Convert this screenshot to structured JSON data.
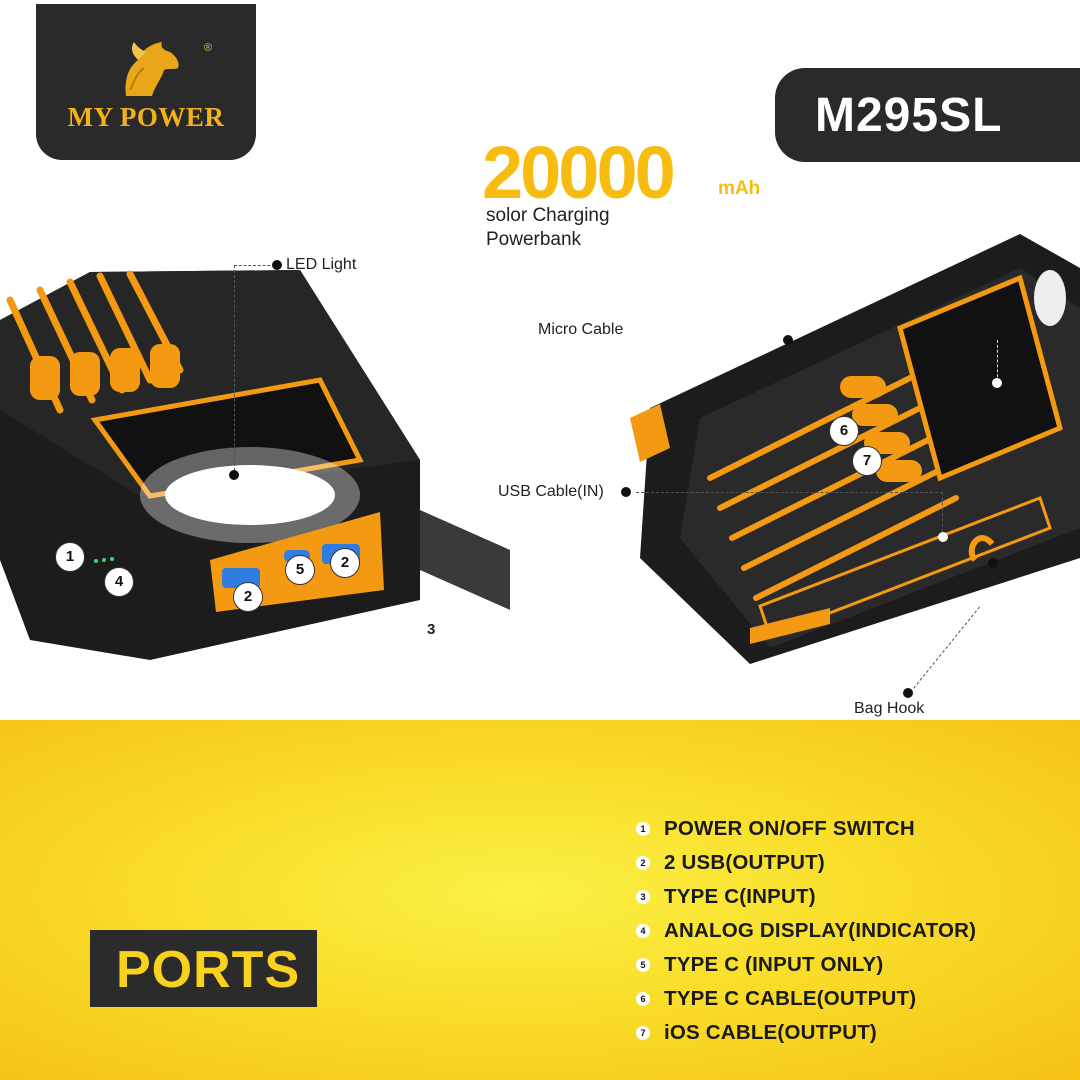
{
  "logo": {
    "brand": "MY POWER",
    "registered": "®",
    "icon": "horse-head-icon"
  },
  "model": "M295SL",
  "capacity": {
    "value": "20000",
    "unit": "mAh"
  },
  "subtitle": {
    "line1": "solor Charging",
    "line2": "Powerbank"
  },
  "callouts": {
    "led_light": "LED Light",
    "micro_cable": "Micro Cable",
    "usb_cable_in": "USB Cable(IN)",
    "bag_hook": "Bag Hook",
    "port3": "3"
  },
  "badges": {
    "b1": "1",
    "b2a": "2",
    "b2b": "2",
    "b4": "4",
    "b5": "5",
    "b6": "6",
    "b7": "7"
  },
  "ports_label": "PORTS",
  "ports": [
    {
      "num": "1",
      "text": "POWER ON/OFF SWITCH"
    },
    {
      "num": "2",
      "text": "2 USB(OUTPUT)"
    },
    {
      "num": "3",
      "text": "TYPE C(INPUT)"
    },
    {
      "num": "4",
      "text": "ANALOG DISPLAY(INDICATOR)"
    },
    {
      "num": "5",
      "text": "TYPE C (INPUT ONLY)"
    },
    {
      "num": "6",
      "text": "TYPE C CABLE(OUTPUT)"
    },
    {
      "num": "7",
      "text": "iOS CABLE(OUTPUT)"
    }
  ],
  "colors": {
    "accent": "#f6bd10",
    "dark": "#2a2a2a",
    "device_orange": "#f39a12",
    "device_black": "#1c1c1c"
  }
}
